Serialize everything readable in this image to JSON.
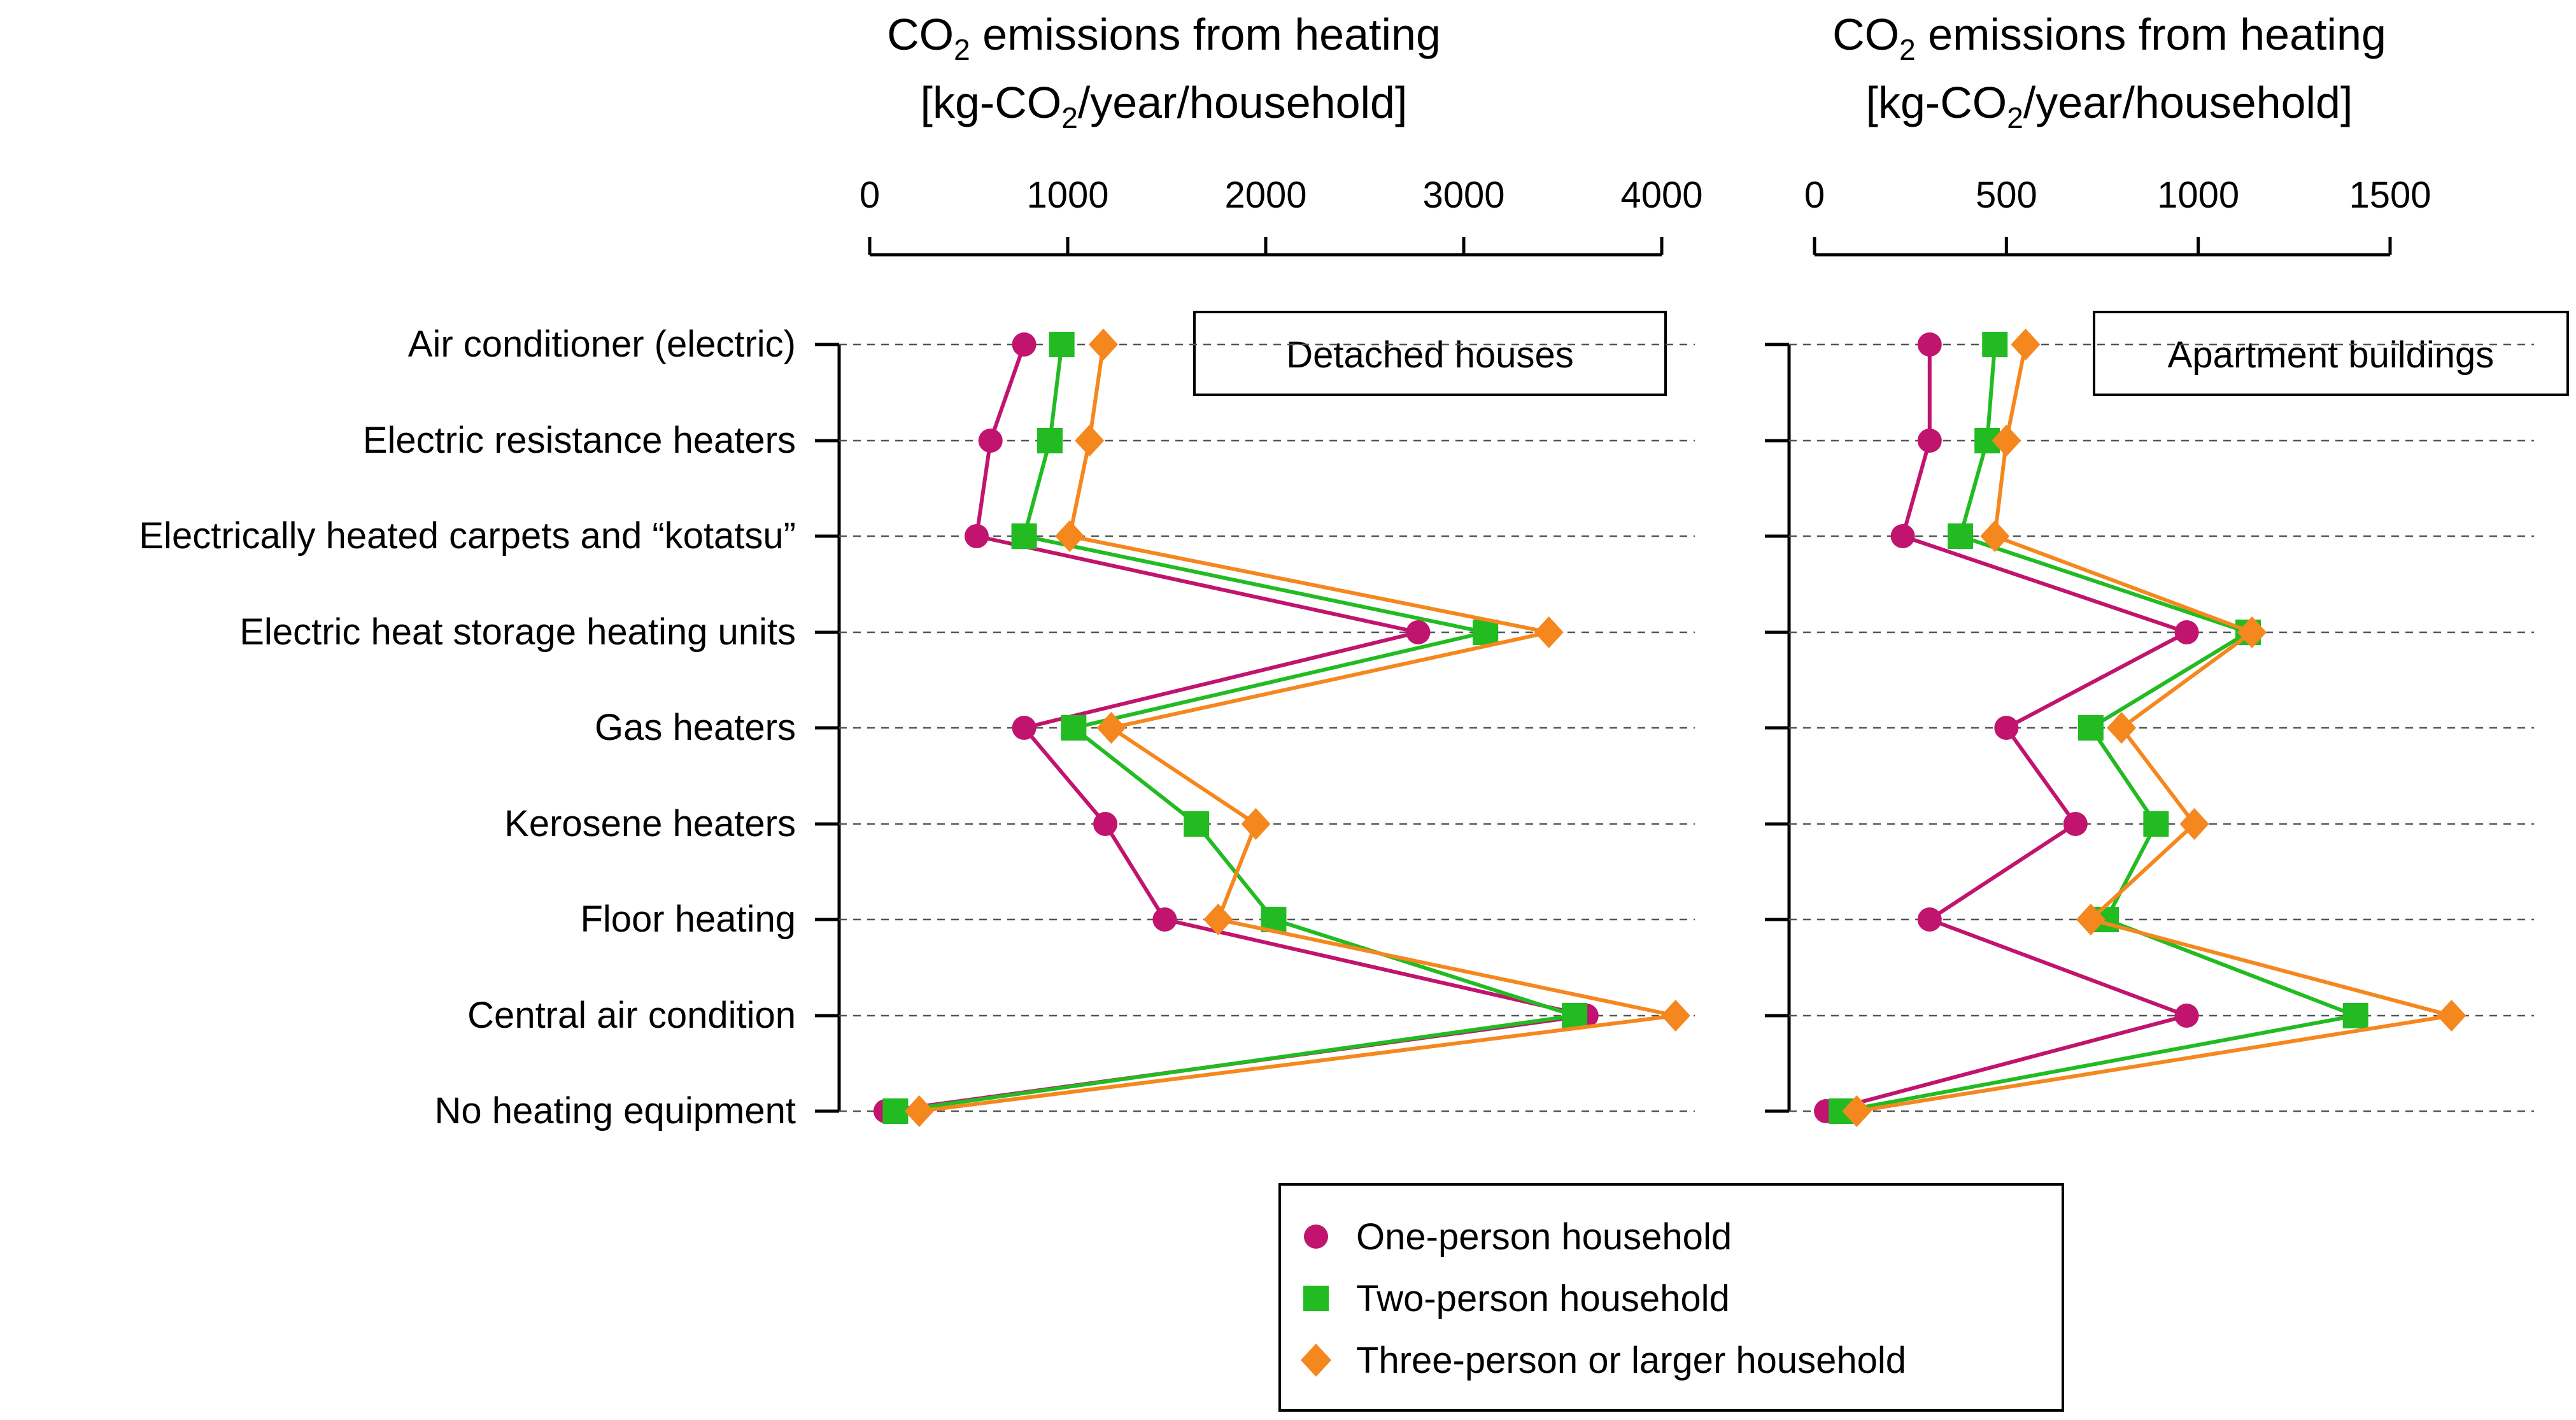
{
  "chart_data": [
    {
      "type": "line",
      "panel_label": "Detached houses",
      "x_title": [
        "CO",
        "2",
        " emissions from heating",
        "[kg-CO",
        "2",
        "/year/household]"
      ],
      "xlim": [
        0,
        4000
      ],
      "xticks": [
        0,
        1000,
        2000,
        3000,
        4000
      ],
      "categories": [
        "Air conditioner (electric)",
        "Electric resistance heaters",
        "Electrically heated carpets and “kotatsu”",
        "Electric heat storage heating units",
        "Gas heaters",
        "Kerosene heaters",
        "Floor heating",
        "Central air condition",
        "No heating equipment"
      ],
      "series": [
        {
          "name": "One-person household",
          "values": [
            780,
            610,
            540,
            2770,
            780,
            1190,
            1490,
            3620,
            80
          ]
        },
        {
          "name": "Two-person household",
          "values": [
            970,
            910,
            780,
            3110,
            1030,
            1650,
            2040,
            3560,
            130
          ]
        },
        {
          "name": "Three-person or larger household",
          "values": [
            1180,
            1110,
            1010,
            3430,
            1220,
            1950,
            1760,
            4070,
            250
          ]
        }
      ]
    },
    {
      "type": "line",
      "panel_label": "Apartment buildings",
      "x_title": [
        "CO",
        "2",
        " emissions from heating",
        "[kg-CO",
        "2",
        "/year/household]"
      ],
      "xlim": [
        0,
        1500
      ],
      "xticks": [
        0,
        500,
        1000,
        1500
      ],
      "categories": [
        "Air conditioner (electric)",
        "Electric resistance heaters",
        "Electrically heated carpets and “kotatsu”",
        "Electric heat storage heating units",
        "Gas heaters",
        "Kerosene heaters",
        "Floor heating",
        "Central air condition",
        "No heating equipment"
      ],
      "series": [
        {
          "name": "One-person household",
          "values": [
            300,
            300,
            230,
            970,
            500,
            680,
            300,
            970,
            30
          ]
        },
        {
          "name": "Two-person household",
          "values": [
            470,
            450,
            380,
            1130,
            720,
            890,
            760,
            1410,
            70
          ]
        },
        {
          "name": "Three-person or larger household",
          "values": [
            550,
            500,
            470,
            1140,
            800,
            990,
            720,
            1660,
            110
          ]
        }
      ]
    }
  ],
  "legend": {
    "items": [
      {
        "label": "One-person household",
        "marker": "circle",
        "color": "#c0146e"
      },
      {
        "label": "Two-person household",
        "marker": "square",
        "color": "#22bb22"
      },
      {
        "label": "Three-person or larger household",
        "marker": "diamond",
        "color": "#f5871f"
      }
    ]
  },
  "colors": {
    "series": [
      "#c0146e",
      "#22bb22",
      "#f5871f"
    ]
  }
}
